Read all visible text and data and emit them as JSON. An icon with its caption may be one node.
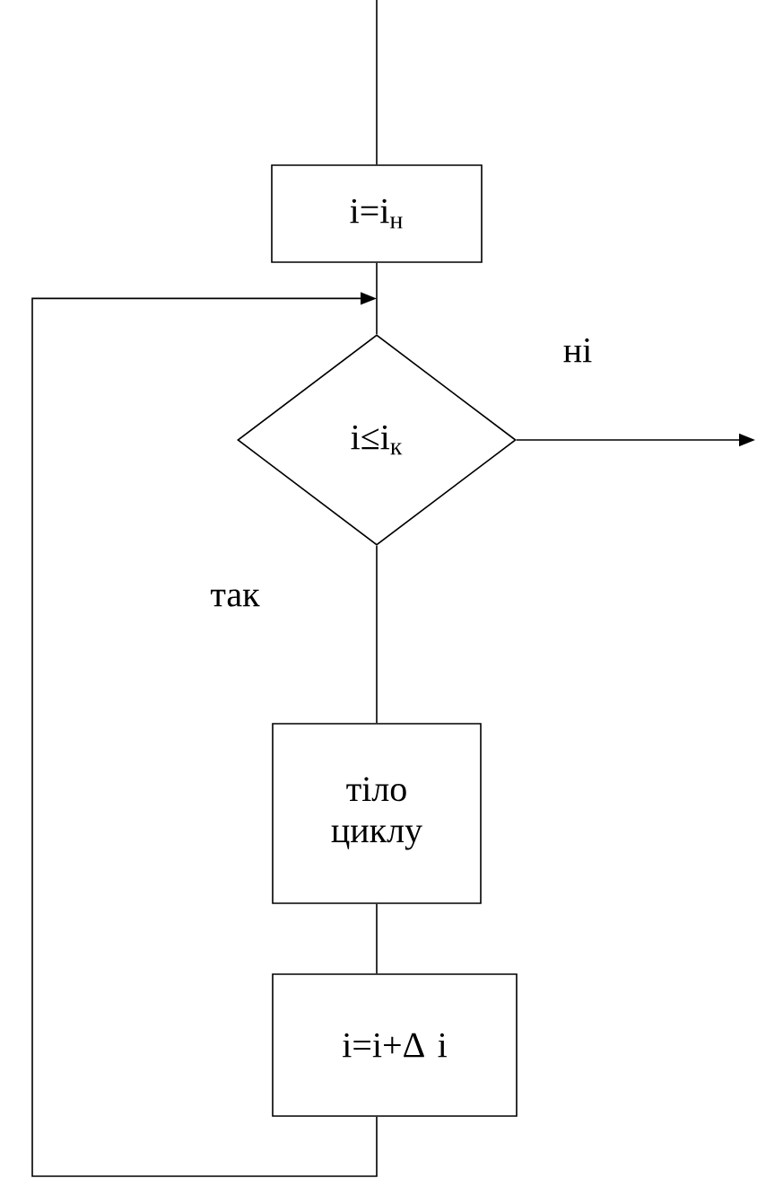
{
  "diagram": {
    "nodes": [
      {
        "text": [
          "i=i$_{н}$"
        ]
      },
      {
        "text": [
          "i≤i$_{к}$"
        ]
      },
      {
        "text": [
          "тіло циклу"
        ]
      },
      {
        "text": [
          "i=i+Δ i"
        ]
      }
    ],
    "edges": [
      {
        "from": null,
        "to": 0,
        "arrow": "none"
      },
      {
        "from": 0,
        "to": 1,
        "arrow": "none"
      },
      {
        "from": 1,
        "to": null,
        "arrow": "to",
        "label": "ні"
      },
      {
        "from": 1,
        "to": 2,
        "arrow": "none",
        "label": "так"
      },
      {
        "from": 2,
        "to": 3,
        "arrow": "none"
      },
      {
        "from": 3,
        "to": 1,
        "arrow": "to"
      }
    ]
  }
}
